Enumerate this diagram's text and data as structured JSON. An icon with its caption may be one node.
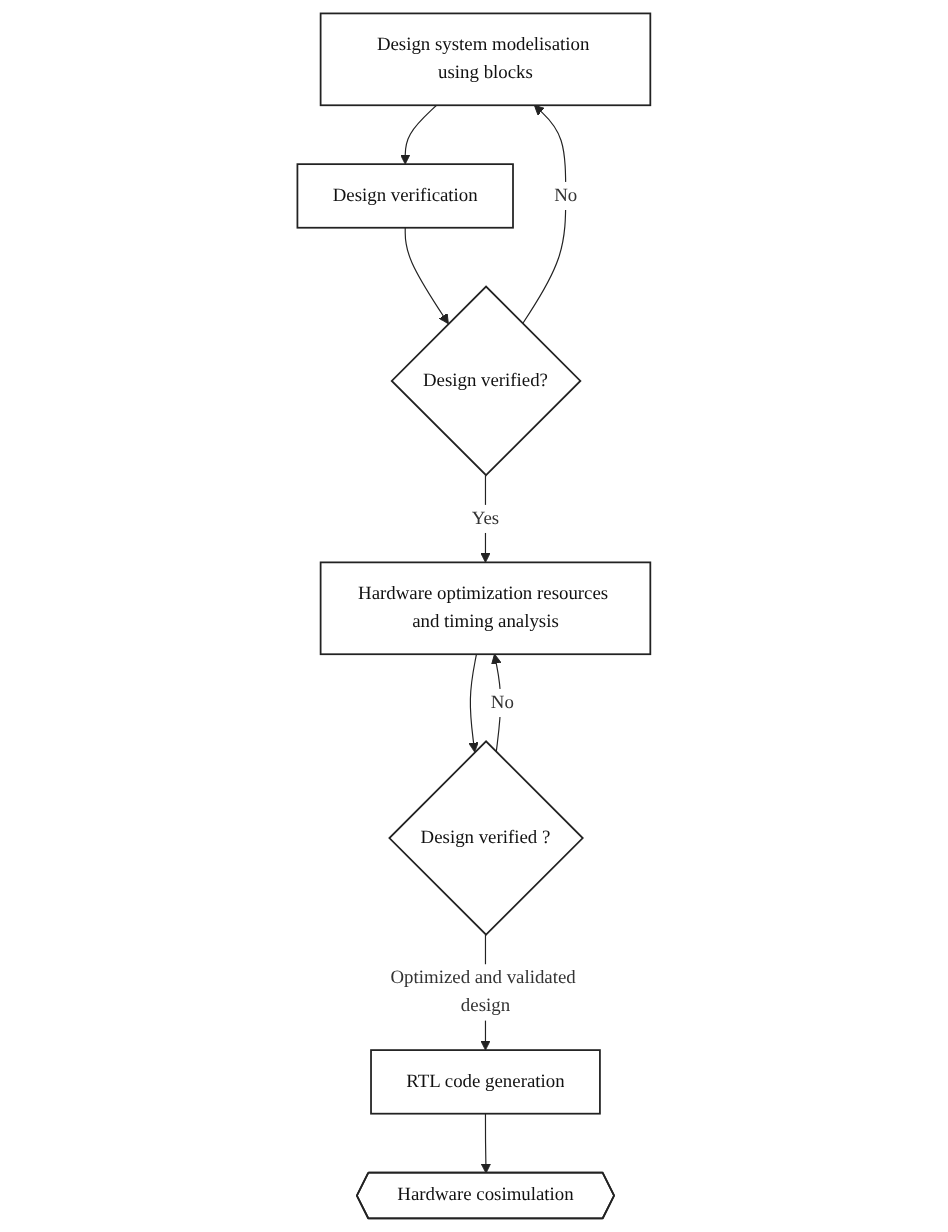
{
  "diagram": {
    "nodes": [
      {
        "text": [
          "Design system modelisation using blocks"
        ]
      },
      {
        "text": [
          "Design verification"
        ]
      },
      {
        "text": [
          "Design verified?"
        ]
      },
      {
        "text": [
          "Hardware optimization resources and timing analysis"
        ]
      },
      {
        "text": [
          "Design verified ?"
        ]
      },
      {
        "text": [
          "RTL code generation"
        ]
      },
      {
        "text": [
          "Hardware cosimulation"
        ]
      }
    ],
    "edges": [
      {
        "from": 0,
        "to": 1,
        "arrow": "to"
      },
      {
        "from": 1,
        "to": 2,
        "arrow": "to"
      },
      {
        "from": 2,
        "to": 0,
        "arrow": "to",
        "label": "No"
      },
      {
        "from": 2,
        "to": 3,
        "arrow": "to",
        "label": "Yes"
      },
      {
        "from": 3,
        "to": 4,
        "arrow": "to"
      },
      {
        "from": 4,
        "to": 3,
        "arrow": "to",
        "label": "No"
      },
      {
        "from": 4,
        "to": 5,
        "arrow": "to",
        "label": "Optimized and validated design"
      },
      {
        "from": 5,
        "to": 6,
        "arrow": "to"
      }
    ]
  }
}
